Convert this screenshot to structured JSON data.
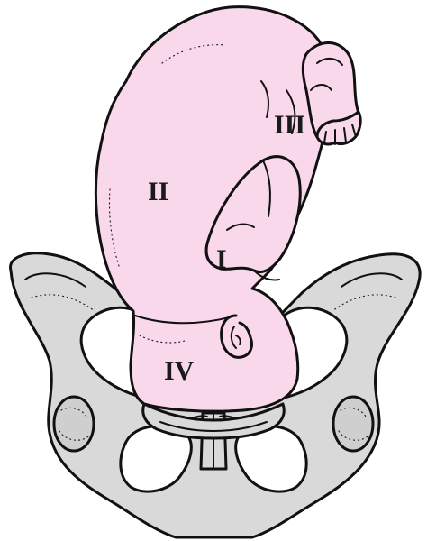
{
  "figure": {
    "colors": {
      "fetus_skin": "#f9d8ec",
      "pelvis_bone": "#d9d9d9",
      "outline": "#111111",
      "background": "#ffffff"
    },
    "labels": [
      {
        "id": "I",
        "text": "I"
      },
      {
        "id": "II",
        "text": "II"
      },
      {
        "id": "III",
        "text": "III"
      },
      {
        "id": "IV",
        "text": "IV"
      }
    ]
  }
}
